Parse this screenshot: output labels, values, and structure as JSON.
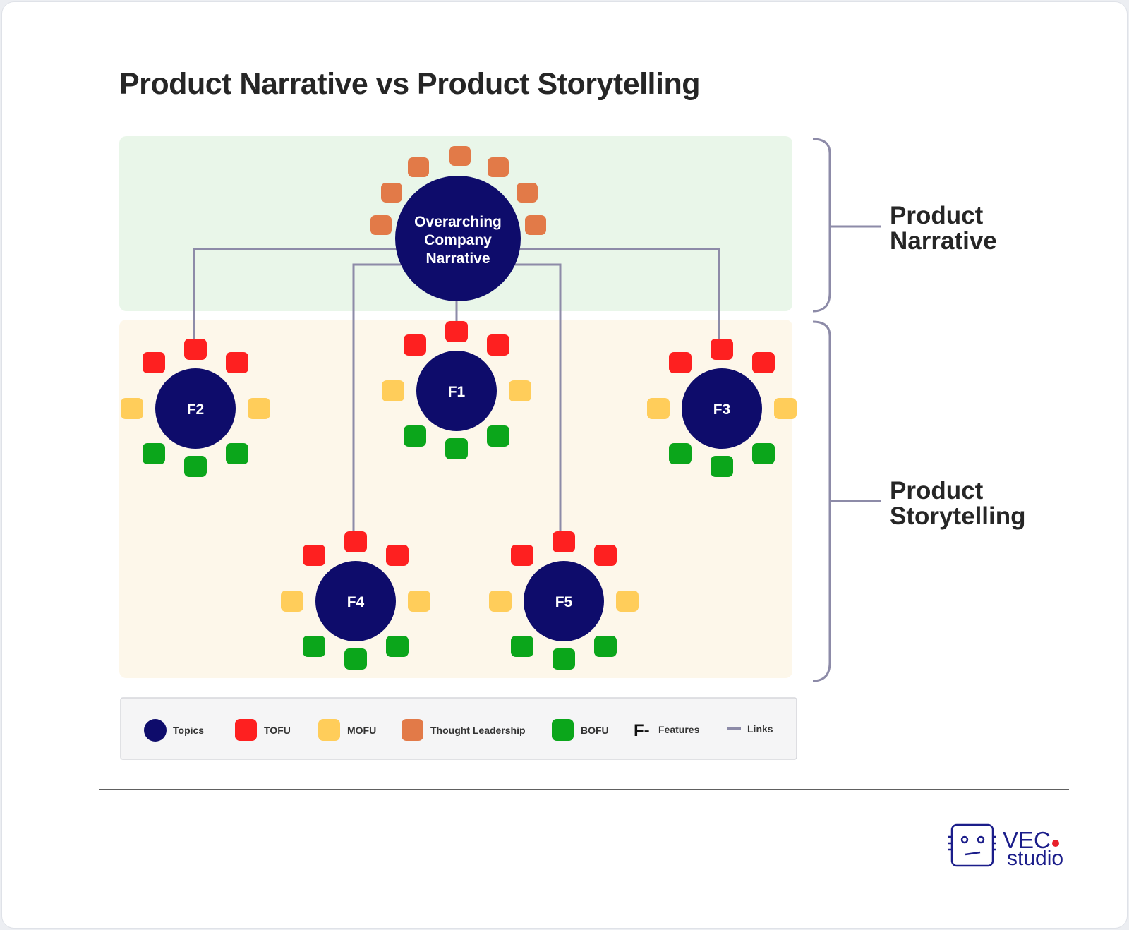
{
  "title": "Product Narrative vs Product Storytelling",
  "sections": {
    "narrative": {
      "label_line1": "Product",
      "label_line2": "Narrative"
    },
    "storytelling": {
      "label_line1": "Product",
      "label_line2": "Storytelling"
    }
  },
  "hub": {
    "label_line1": "Overarching",
    "label_line2": "Company",
    "label_line3": "Narrative"
  },
  "features": [
    {
      "id": "f1",
      "label": "F1"
    },
    {
      "id": "f2",
      "label": "F2"
    },
    {
      "id": "f3",
      "label": "F3"
    },
    {
      "id": "f4",
      "label": "F4"
    },
    {
      "id": "f5",
      "label": "F5"
    }
  ],
  "legend": {
    "topics": "Topics",
    "tofu": "TOFU",
    "mofu": "MOFU",
    "thought_leadership": "Thought Leadership",
    "bofu": "BOFU",
    "features_symbol": "F-",
    "features": "Features",
    "links": "Links"
  },
  "colors": {
    "topic": "#0e0c6b",
    "tofu": "#fe2020",
    "mofu": "#ffcd5a",
    "thought_leadership": "#e27a48",
    "bofu": "#0ba61b",
    "link": "#8d8ba8",
    "narrative_bg": "#e9f6e9",
    "storytelling_bg": "#fdf7ea",
    "brand": "#1b1d8a",
    "brand_dot": "#e8202a"
  },
  "logo": {
    "line1": "VEC",
    "line2": "studio"
  }
}
